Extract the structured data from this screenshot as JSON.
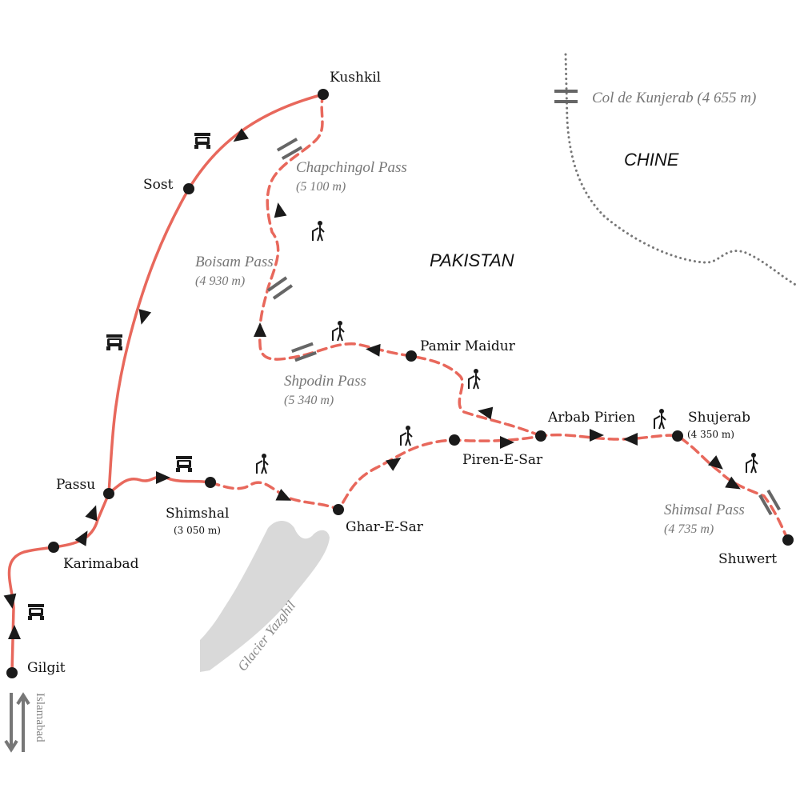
{
  "countries": {
    "china": "CHINE",
    "pakistan": "PAKISTAN"
  },
  "places": {
    "kushkil": "Kushkil",
    "sost": "Sost",
    "passu": "Passu",
    "karimabad": "Karimabad",
    "gilgit": "Gilgit",
    "shimshal": "Shimshal",
    "shimshal_alt": "(3 050 m)",
    "ghar_e_sar": "Ghar-E-Sar",
    "piren_e_sar": "Piren-E-Sar",
    "arbab_pirien": "Arbab Pirien",
    "shujerab": "Shujerab",
    "shujerab_alt": "(4 350 m)",
    "shuwert": "Shuwert",
    "pamir_maidur": "Pamir Maidur"
  },
  "passes": {
    "kunjerab": "Col de Kunjerab (4 655 m)",
    "chapchingol_name": "Chapchingol Pass",
    "chapchingol_alt": "(5 100 m)",
    "boisam_name": "Boisam Pass",
    "boisam_alt": "(4 930 m)",
    "shpodin_name": "Shpodin Pass",
    "shpodin_alt": "(5 340 m)",
    "shimsal_name": "Shimsal Pass",
    "shimsal_alt": "(4 735 m)"
  },
  "glacier": "Glacier Yazghil",
  "direction": "Islamabad",
  "colors": {
    "route": "#e8685c",
    "marker": "#1a1a1a",
    "border": "#777777",
    "glacier": "#d9d9d9"
  }
}
